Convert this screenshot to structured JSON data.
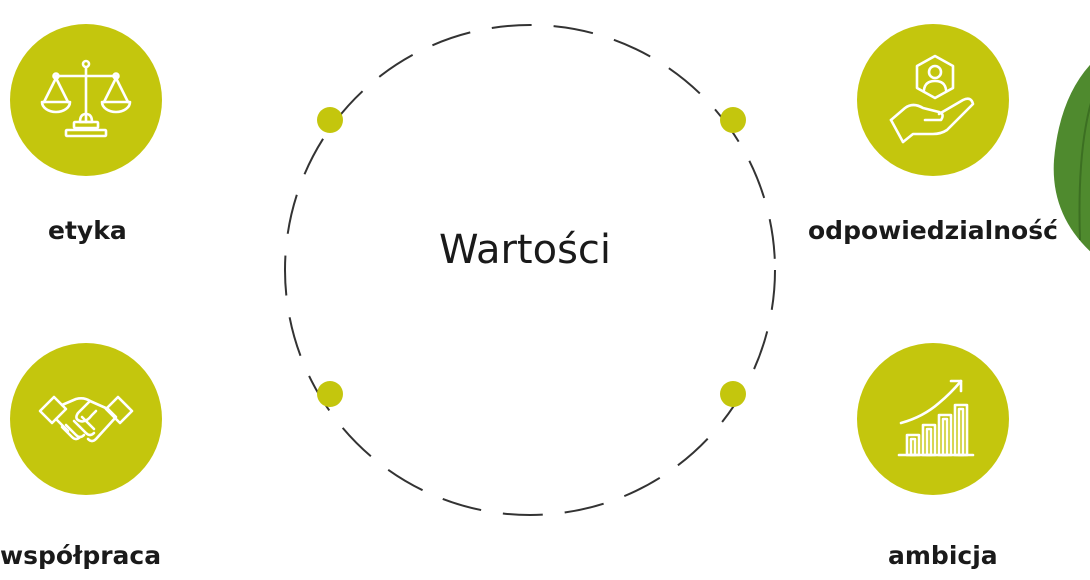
{
  "center": {
    "title": "Wartości"
  },
  "values": [
    {
      "label": "etyka",
      "icon": "scales-icon"
    },
    {
      "label": "odpowiedzialność",
      "icon": "hand-person-icon"
    },
    {
      "label": "współpraca",
      "icon": "handshake-icon"
    },
    {
      "label": "ambicja",
      "icon": "growth-chart-icon"
    }
  ],
  "colors": {
    "accent": "#c4c60d",
    "text": "#1a1a1a",
    "dash": "#333333",
    "leaf": "#4f8a2e"
  }
}
